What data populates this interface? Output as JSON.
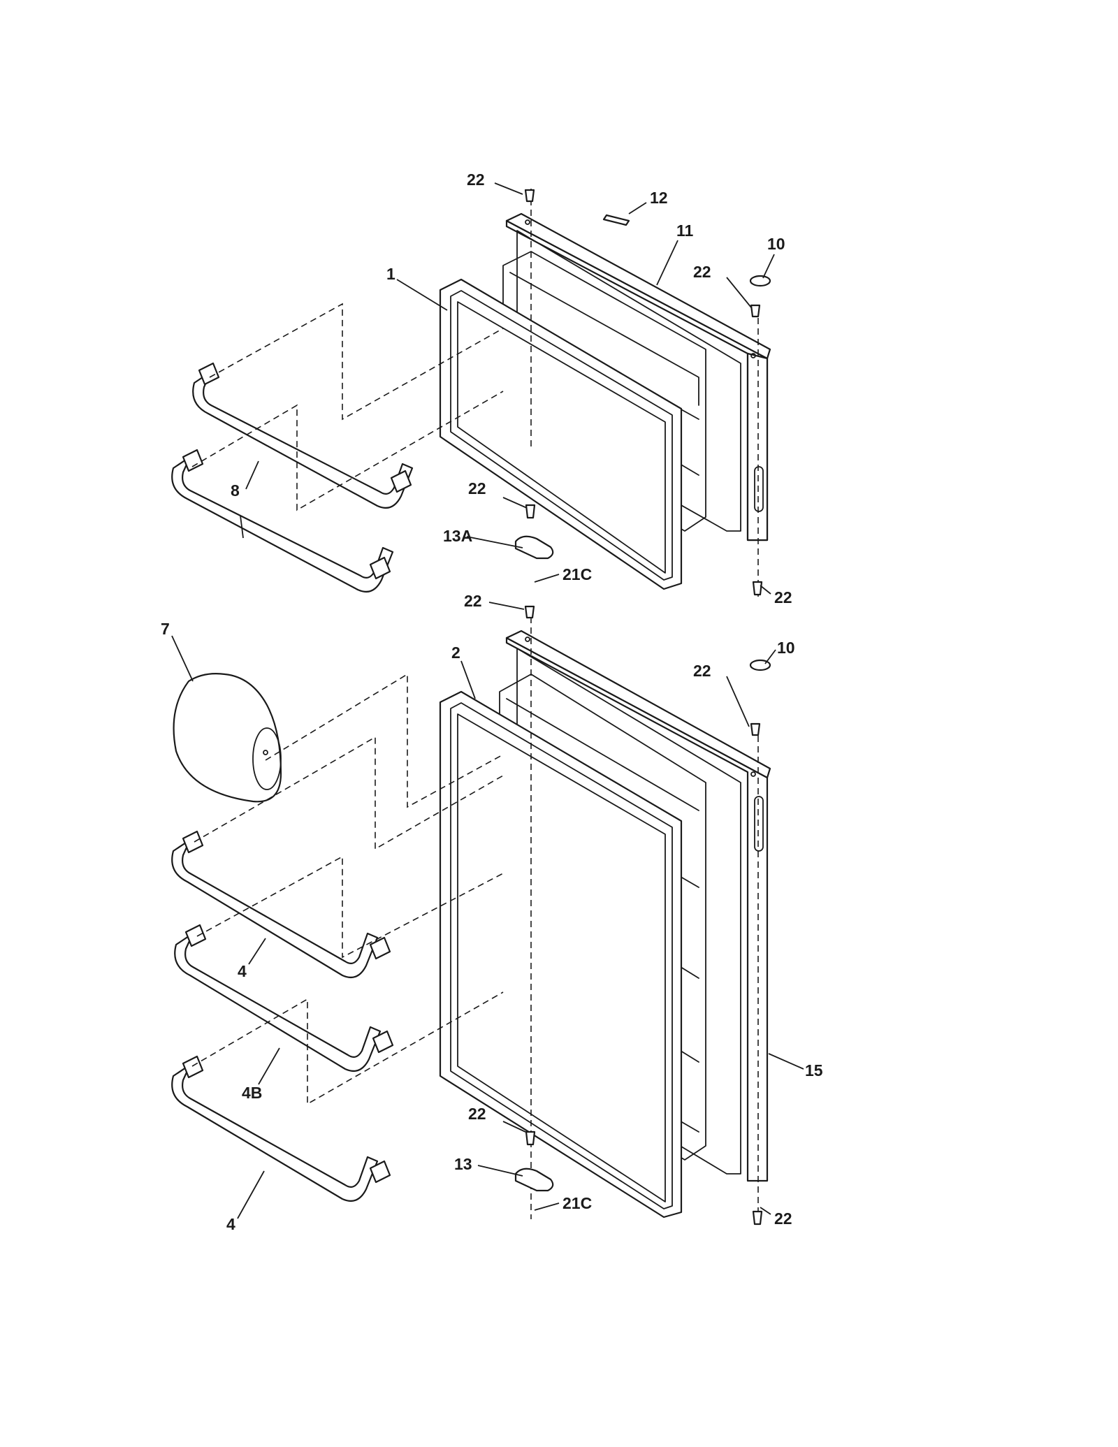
{
  "labels": {
    "l1": "1",
    "l2": "2",
    "l4a": "4",
    "l4b": "4",
    "l4B": "4B",
    "l7": "7",
    "l8": "8",
    "l10a": "10",
    "l10b": "10",
    "l11": "11",
    "l12": "12",
    "l13": "13",
    "l13A": "13A",
    "l15": "15",
    "l21Ca": "21C",
    "l21Cb": "21C",
    "l22a": "22",
    "l22b": "22",
    "l22c": "22",
    "l22d": "22",
    "l22e": "22",
    "l22f": "22",
    "l22g": "22",
    "l22h": "22"
  }
}
